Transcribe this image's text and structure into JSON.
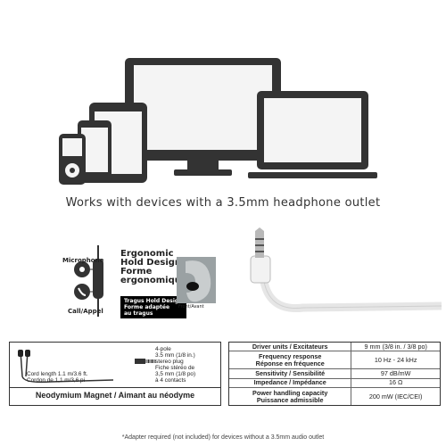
{
  "tagline": "Works with devices with a 3.5mm headphone outlet",
  "diagram": {
    "microphone_label": "Microphone",
    "call_label": "Call/Appel",
    "ergonomic_en_1": "Ergonomic",
    "ergonomic_en_2": "Hold Design",
    "ergonomic_fr_1": "Forme",
    "ergonomic_fr_2": "ergonomique",
    "tragus_en": "Tragus Hold Design",
    "tragus_fr_1": "Forme adaptée",
    "tragus_fr_2": "au tragus",
    "front_label": "Front/Avant"
  },
  "product_box": {
    "cord_en": "Cord length 1.1 m/3.6 ft.",
    "cord_fr": "Cordon de 1,1 m/3,6 pi",
    "plug_lines": [
      "4-pole",
      "3.5 mm (1/8 in.)",
      "stereo plug",
      "Fiche stéréo de",
      "3,5 mm (1/8 po)",
      "à 4 contacts"
    ],
    "magnet_label": "Neodymium Magnet / Aimant au néodyme"
  },
  "specs": [
    {
      "param": [
        "Driver units / Excitateurs"
      ],
      "value": "9 mm (3/8 in. / 3/8 po)"
    },
    {
      "param": [
        "Frequency response",
        "Réponse en fréquence"
      ],
      "value": "10 Hz - 24 kHz"
    },
    {
      "param": [
        "Sensitivity / Sensibilité"
      ],
      "value": "97 dB/mW"
    },
    {
      "param": [
        "Impedance / Impédance"
      ],
      "value": "16 Ω"
    },
    {
      "param": [
        "Power handling capacity",
        "Puissance admissible"
      ],
      "value": "200 mW (IEC/CEI)"
    }
  ],
  "footnote": "*Adapter required (not included) for devices without a 3.5mm audio outlet"
}
